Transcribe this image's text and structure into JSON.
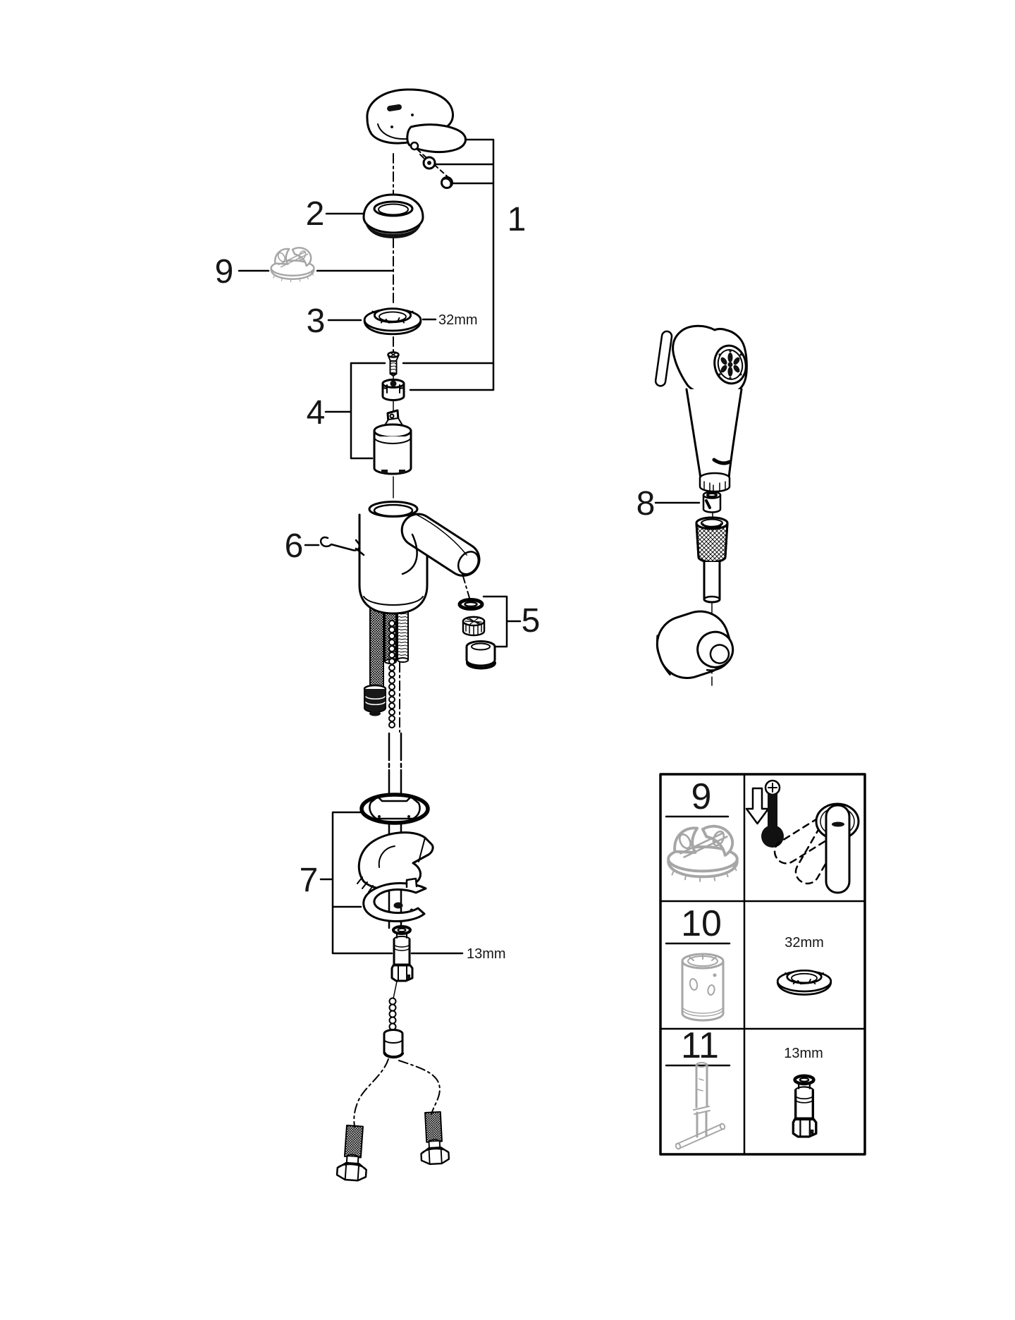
{
  "callouts": {
    "n1": "1",
    "n2": "2",
    "n3": "3",
    "n4": "4",
    "n5": "5",
    "n6": "6",
    "n7": "7",
    "n8": "8",
    "n9": "9"
  },
  "sizes": {
    "nut": "32mm",
    "stud": "13mm"
  },
  "table": {
    "rows": [
      {
        "number": "9"
      },
      {
        "number": "10",
        "size": "32mm"
      },
      {
        "number": "11",
        "size": "13mm"
      }
    ]
  },
  "colors": {
    "line": "#000000",
    "gray_part": "#a6a6a6",
    "background": "#ffffff"
  }
}
